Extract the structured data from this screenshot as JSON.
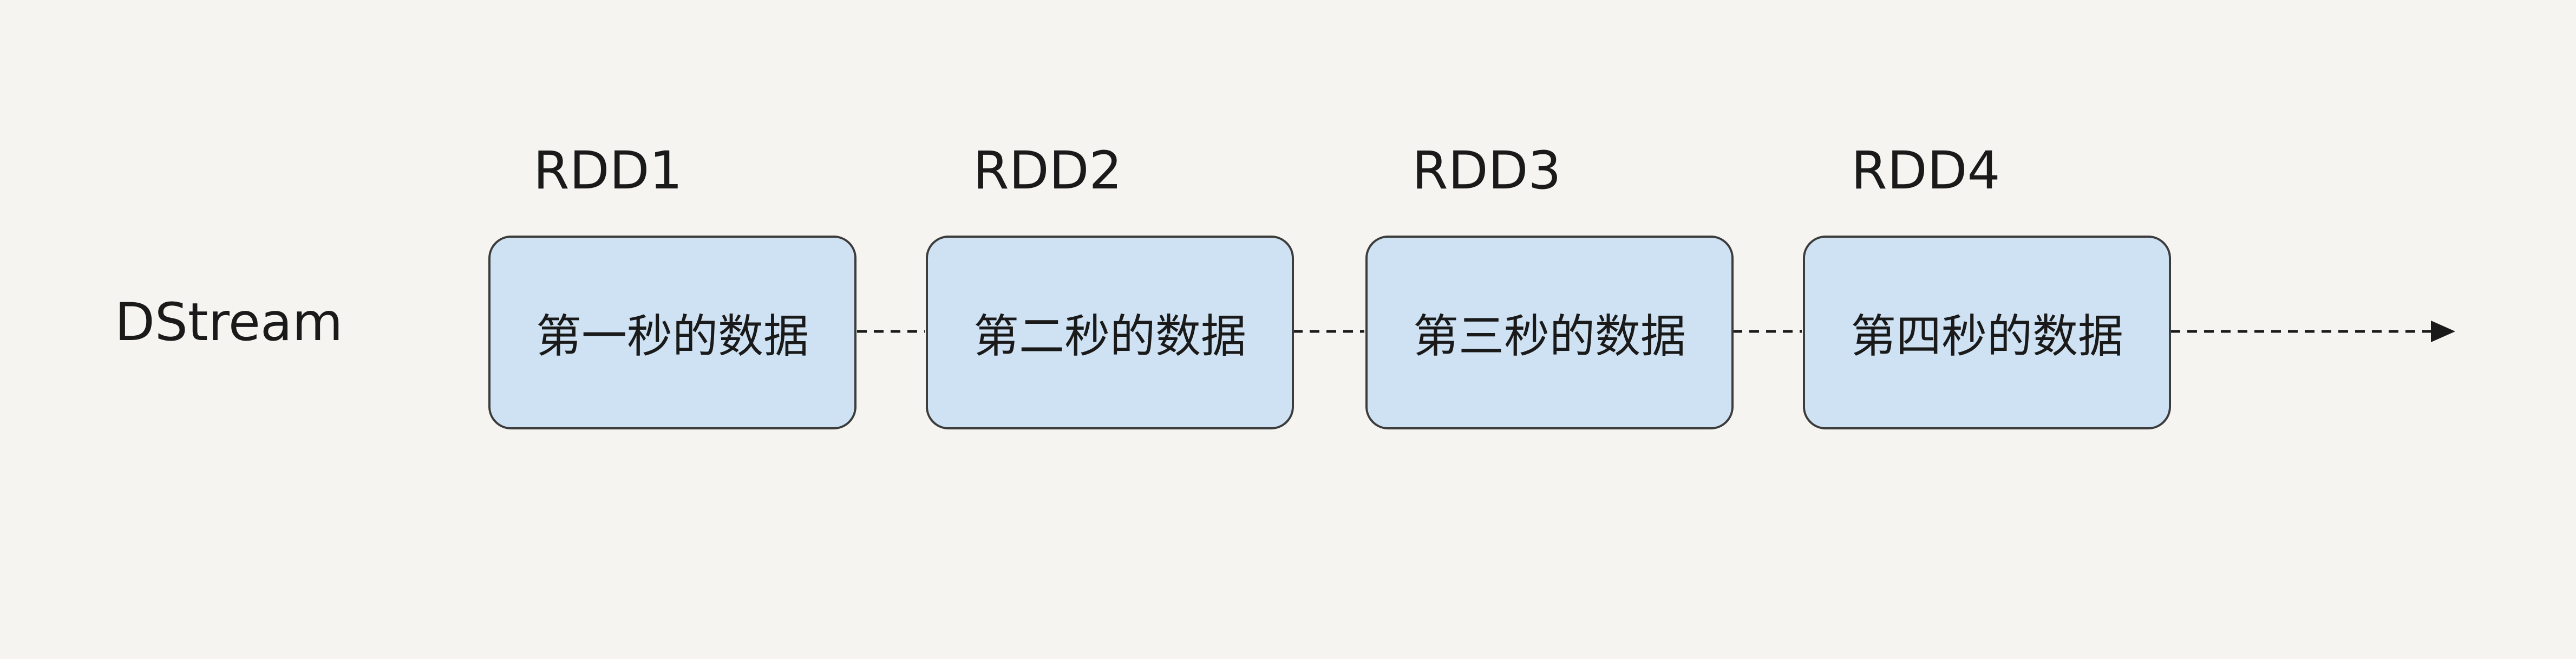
{
  "series_label": "DStream",
  "rdds": [
    {
      "label": "RDD1",
      "content": "第一秒的数据"
    },
    {
      "label": "RDD2",
      "content": "第二秒的数据"
    },
    {
      "label": "RDD3",
      "content": "第三秒的数据"
    },
    {
      "label": "RDD4",
      "content": "第四秒的数据"
    }
  ],
  "colors": {
    "background": "#f5f4f0",
    "box_fill": "#cfe2f3",
    "box_border": "#3c3c3c",
    "text": "#1a1a1a",
    "connector": "#1a1a1a"
  }
}
